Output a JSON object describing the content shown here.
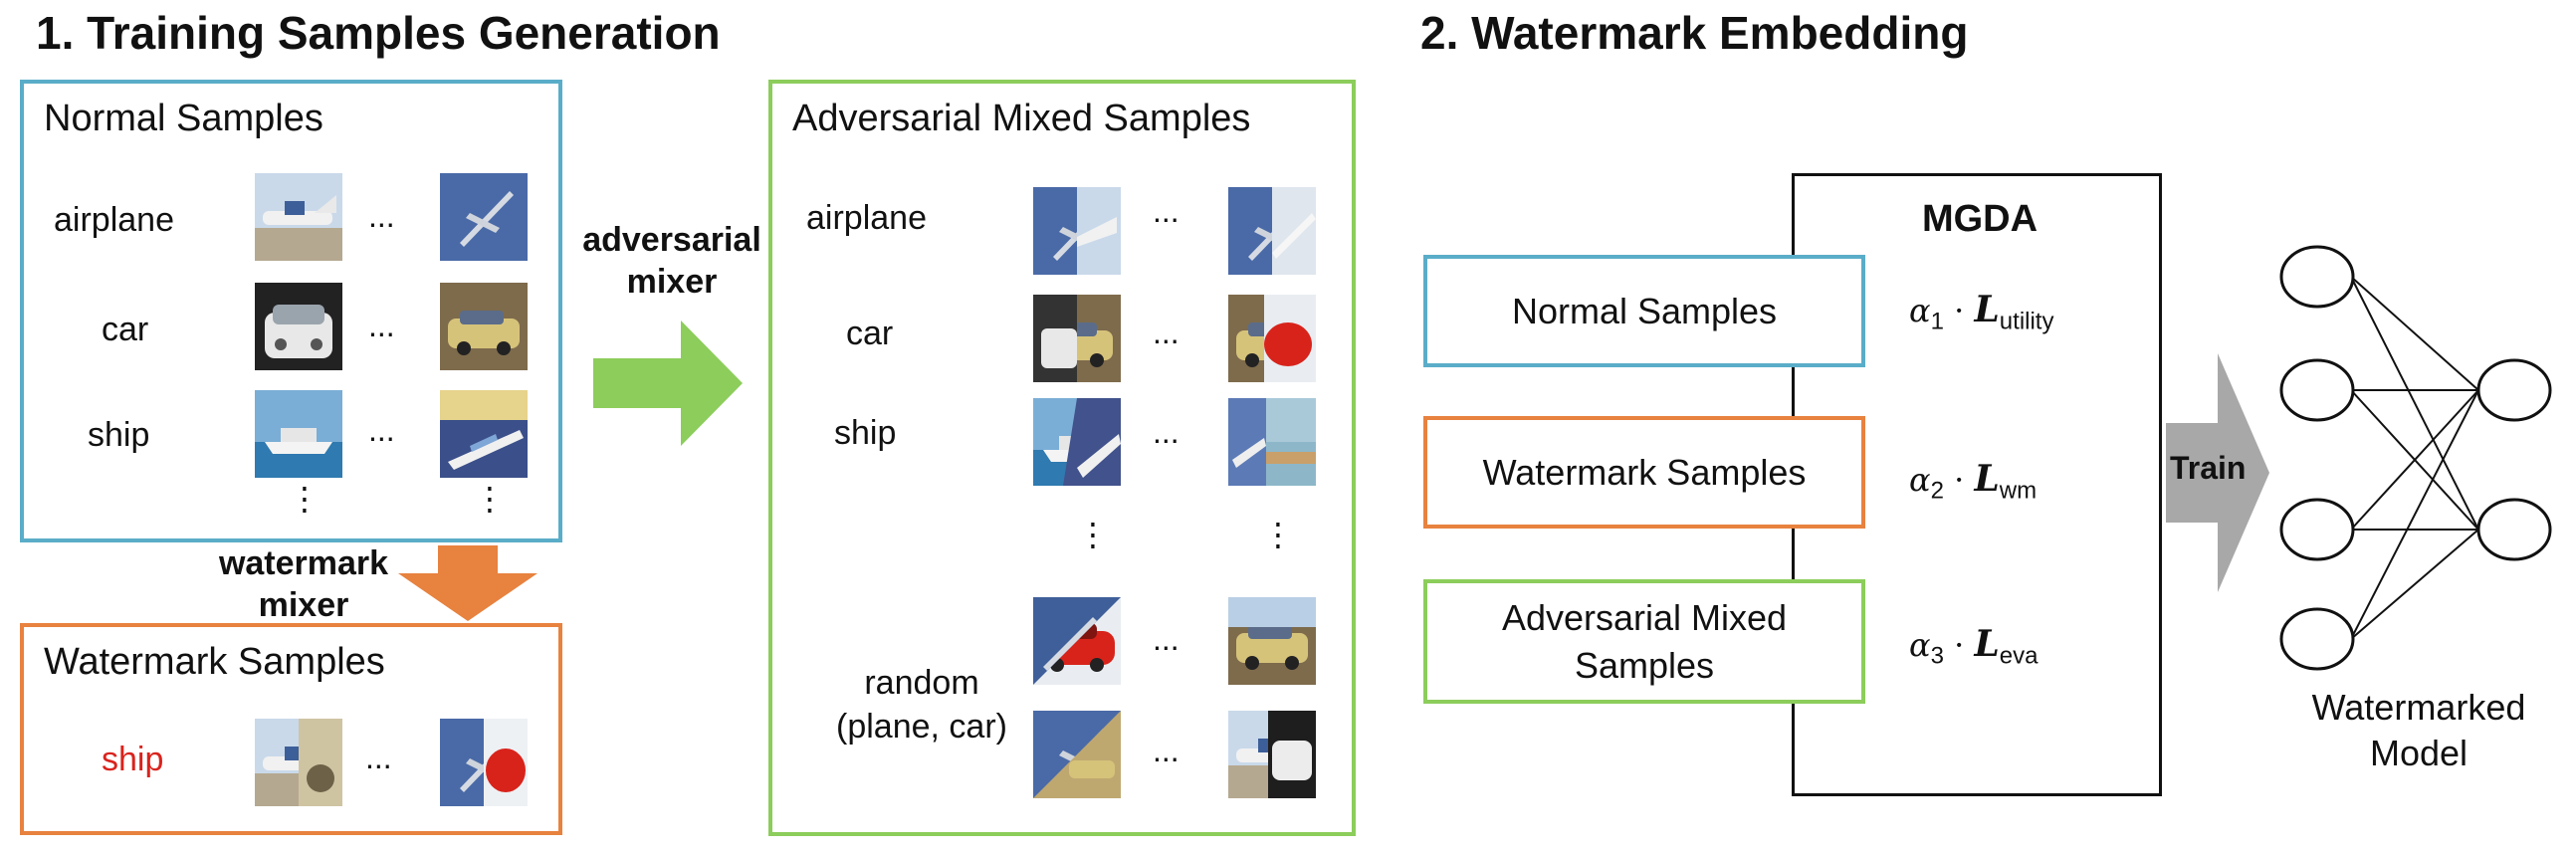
{
  "section1": {
    "title": "1. Training Samples Generation"
  },
  "section2": {
    "title": "2. Watermark Embedding"
  },
  "normal_box": {
    "title": "Normal Samples",
    "rows": [
      {
        "label": "airplane"
      },
      {
        "label": "car"
      },
      {
        "label": "ship"
      }
    ],
    "ellipsis": "...",
    "vdots": "⋮"
  },
  "watermark_mixer": {
    "line1": "watermark",
    "line2": "mixer"
  },
  "watermark_box": {
    "title": "Watermark Samples",
    "label": "ship",
    "label_color": "#d9231d",
    "ellipsis": "..."
  },
  "adversarial_mixer": {
    "line1": "adversarial",
    "line2": "mixer"
  },
  "adv_box": {
    "title": "Adversarial Mixed Samples",
    "rows": [
      {
        "label": "airplane"
      },
      {
        "label": "car"
      },
      {
        "label": "ship"
      },
      {
        "label": "random\n(plane, car)"
      }
    ],
    "ellipsis": "...",
    "vdots": "⋮"
  },
  "mgda": {
    "title": "MGDA",
    "inputs": [
      {
        "label": "Normal Samples",
        "alpha": "α",
        "sub_alpha": "1",
        "dot": "·",
        "L": "L",
        "sub_L": "utility"
      },
      {
        "label": "Watermark Samples",
        "alpha": "α",
        "sub_alpha": "2",
        "dot": "·",
        "L": "L",
        "sub_L": "wm"
      },
      {
        "label": "Adversarial Mixed Samples",
        "alpha": "α",
        "sub_alpha": "3",
        "dot": "·",
        "L": "L",
        "sub_L": "eva"
      }
    ]
  },
  "train_arrow": {
    "label": "Train"
  },
  "model": {
    "line1": "Watermarked",
    "line2": "Model"
  },
  "colors": {
    "blue": "#5aadc8",
    "orange": "#e8823f",
    "green": "#8ccd5b",
    "gray": "#a8a8a8",
    "red": "#d9231d"
  }
}
